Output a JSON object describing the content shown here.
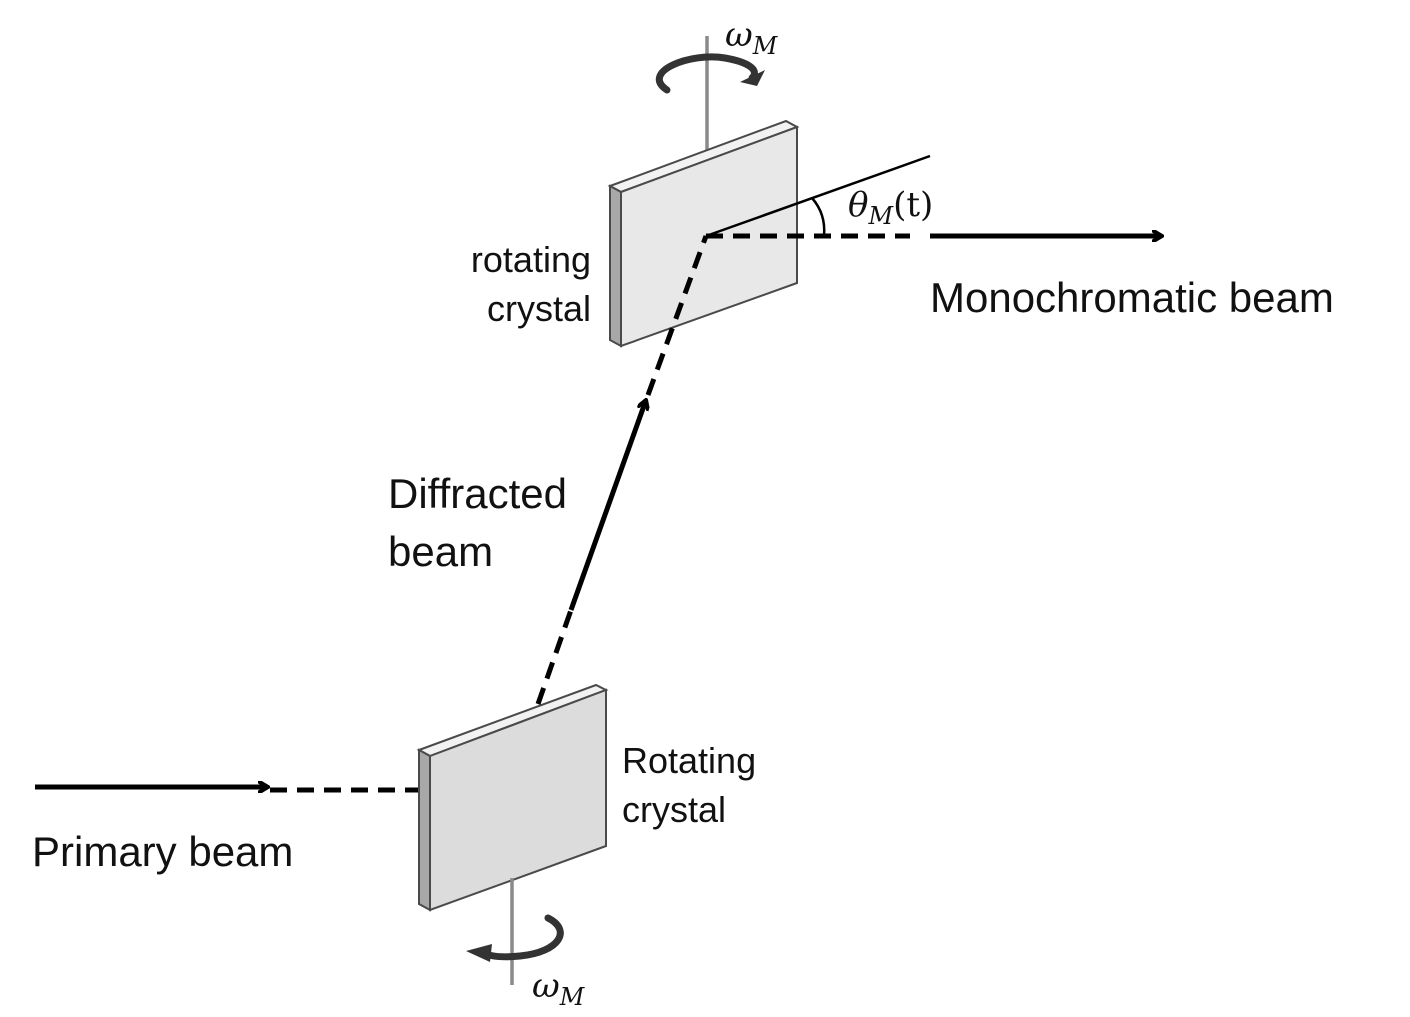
{
  "labels": {
    "omega_top": "ωM",
    "theta": "θM(t)",
    "rotating_crystal_top_line1": "rotating",
    "rotating_crystal_top_line2": "crystal",
    "monochromatic_beam": "Monochromatic beam",
    "diffracted_beam_line1": "Diffracted",
    "diffracted_beam_line2": "beam",
    "rotating_crystal_bottom_line1": "Rotating",
    "rotating_crystal_bottom_line2": "crystal",
    "primary_beam": "Primary beam",
    "omega_bottom": "ωM"
  },
  "math_parts": {
    "omega_symbol": "ω",
    "theta_symbol": "θ",
    "subscript": "M",
    "time_arg": "(t)"
  },
  "colors": {
    "beam": "#000000",
    "axis": "#8a8a8a",
    "crystal_face": "#dcdcdc",
    "rotation_arrow": "#333333"
  }
}
